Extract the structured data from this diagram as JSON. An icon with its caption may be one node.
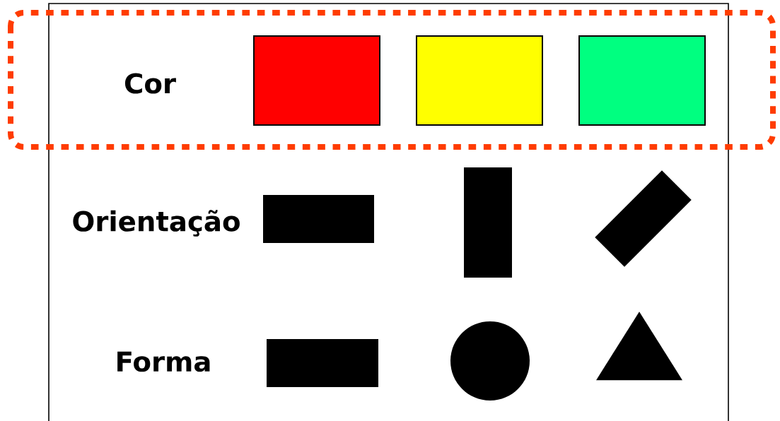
{
  "diagram": {
    "nodes": [
      {
        "text": [],
        "shape": "bar"
      },
      {
        "text": [],
        "shape": "bar"
      },
      {
        "text": [],
        "shape": "bar"
      },
      {
        "text": [],
        "shape": "bar"
      },
      {
        "text": [],
        "shape": "circle"
      },
      {
        "text": [],
        "shape": "triangle"
      }
    ],
    "labels": [
      "Cor",
      "Orientação",
      "Forma"
    ]
  }
}
